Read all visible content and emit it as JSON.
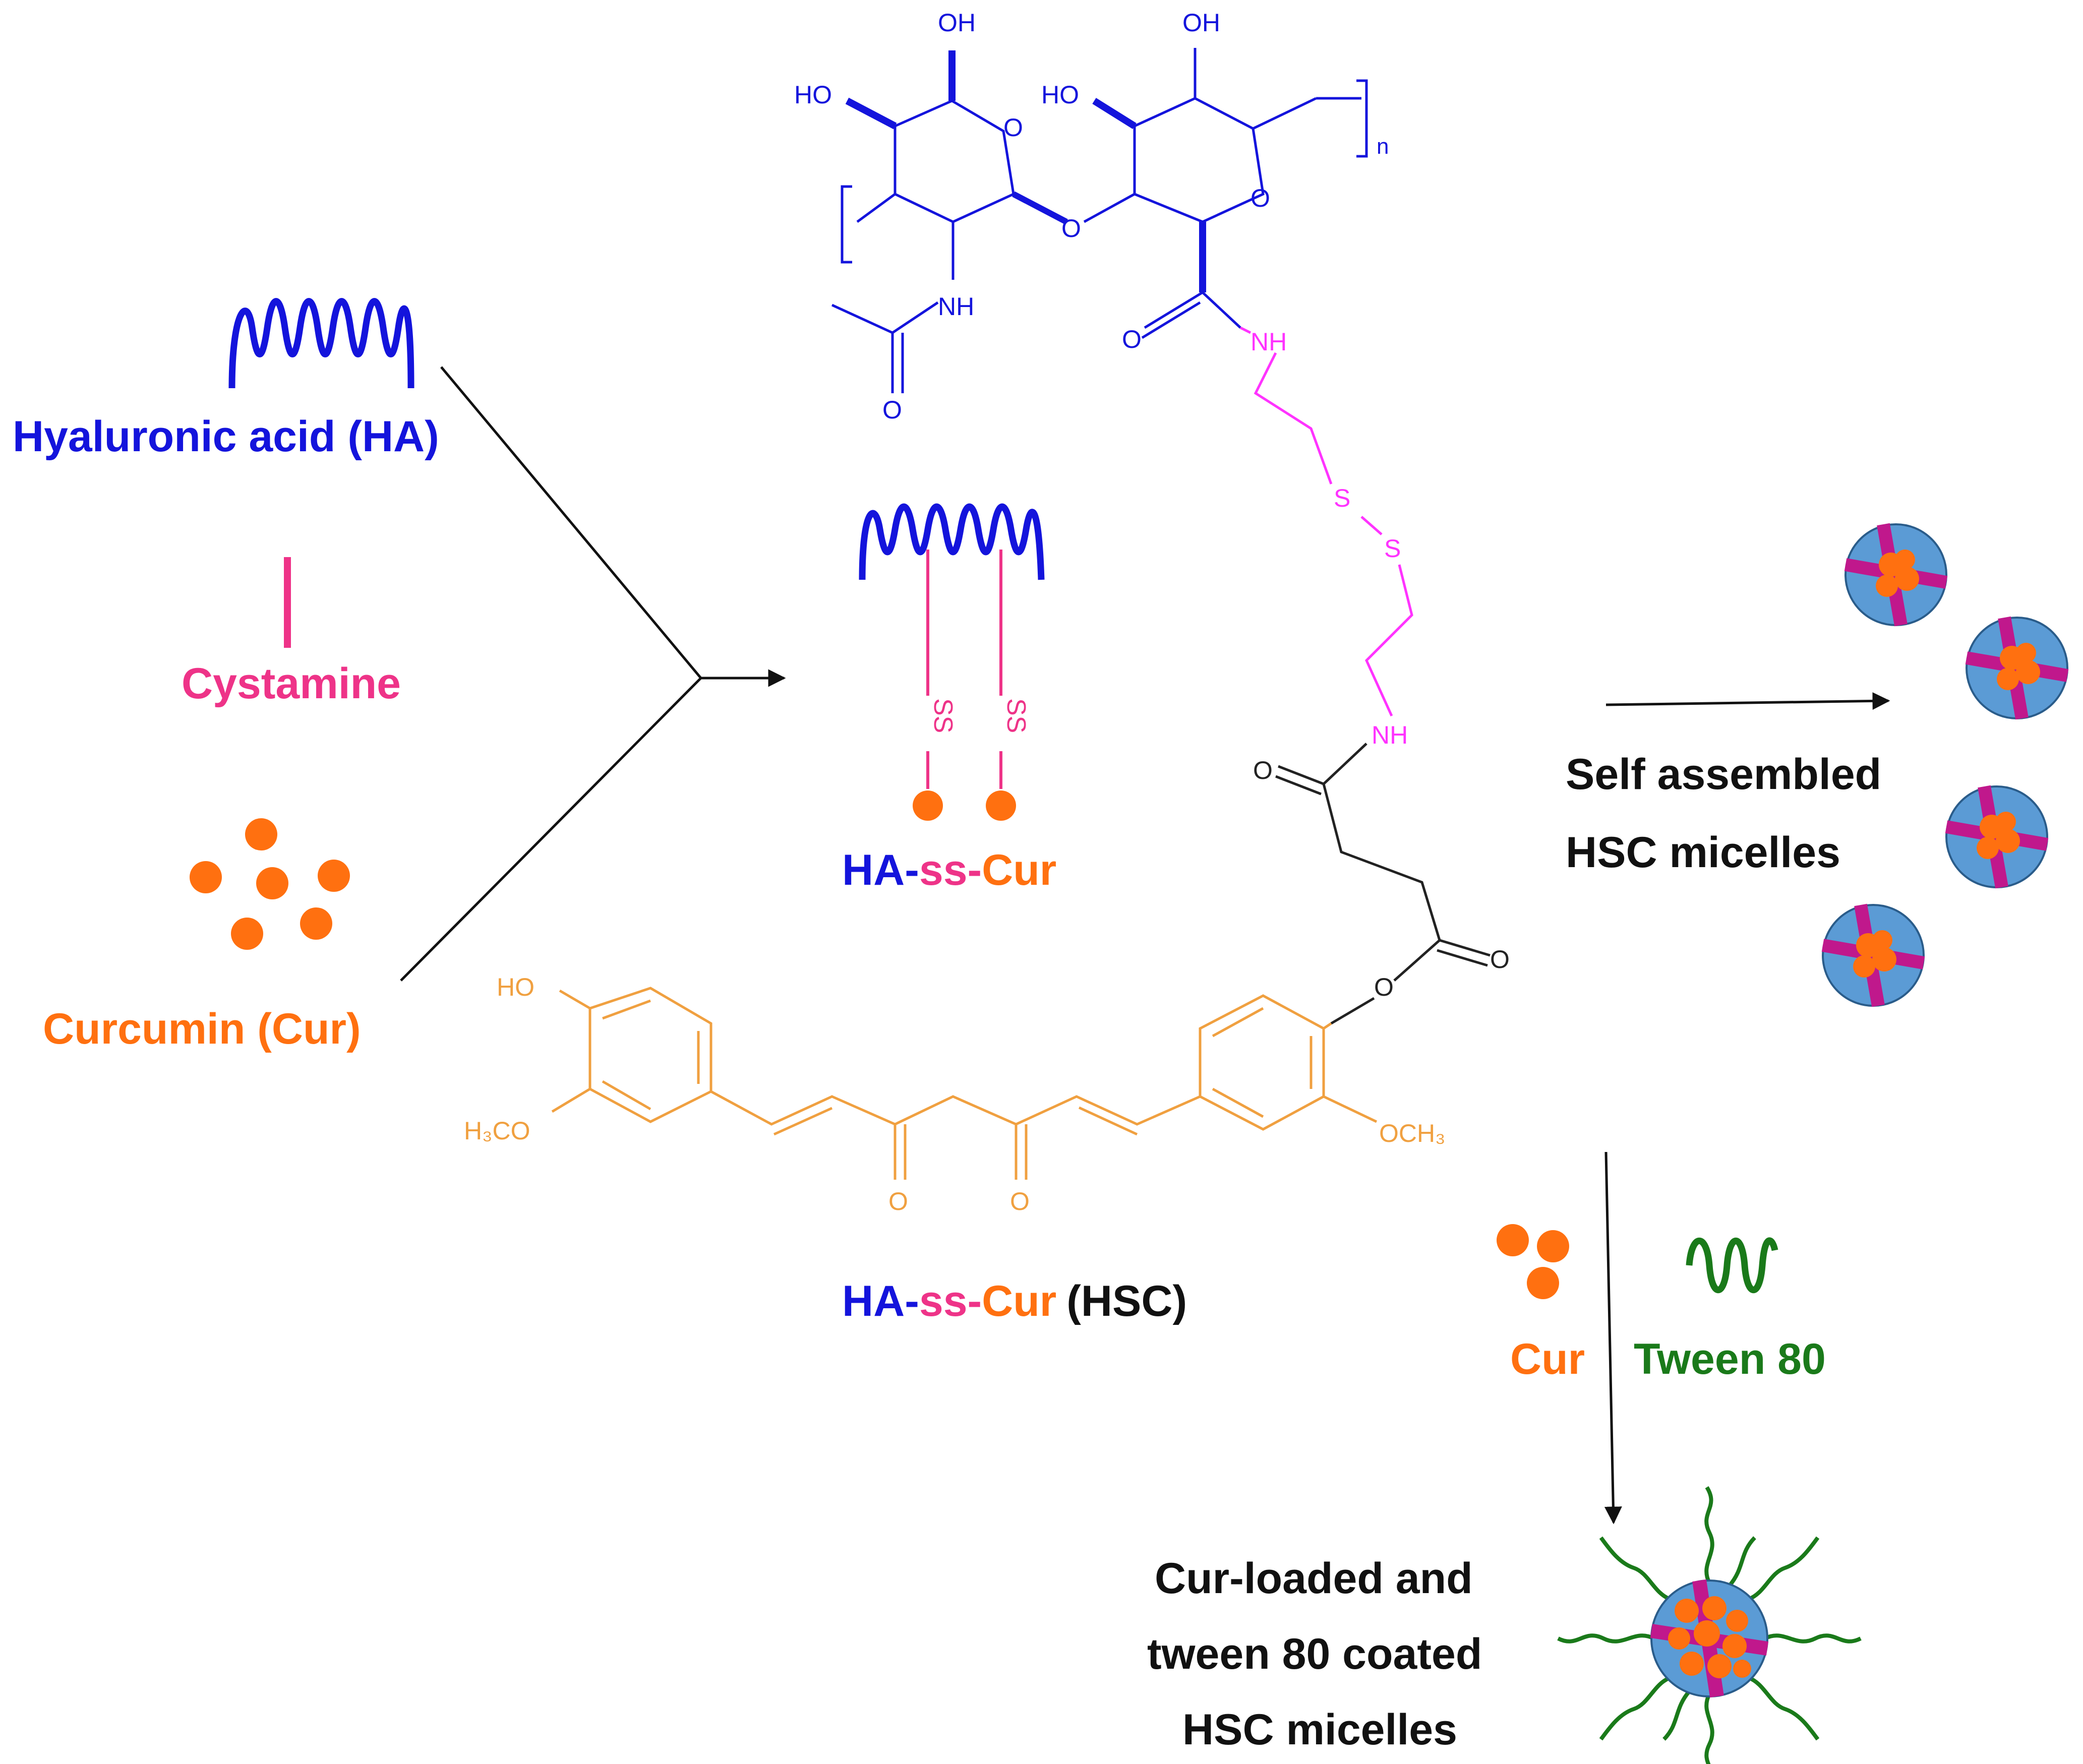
{
  "colors": {
    "ha": "#1414dc",
    "cystamine": "#ee3388",
    "linker": "#ff33ff",
    "curcumin": "#ff7010",
    "curcumin_structure": "#f0a040",
    "succinyl": "#222222",
    "tween": "#1a7a1a",
    "micelle_core": "#5b9bd5",
    "micelle_band": "#c0188c",
    "text": "#111111"
  },
  "labels": {
    "ha": "Hyaluronic acid (HA)",
    "cystamine": "Cystamine",
    "curcumin": "Curcumin (Cur)",
    "conj_ha": "HA-",
    "conj_ss": "ss-",
    "conj_cur": "Cur",
    "hsc_suffix": "(HSC)",
    "self_assembled_1": "Self  assembled",
    "self_assembled_2": "HSC micelles",
    "cur_small": "Cur",
    "tween": "Tween 80",
    "final_1": "Cur-loaded and",
    "final_2": "tween 80 coated",
    "final_3": "HSC micelles"
  },
  "atoms": {
    "oh": "OH",
    "ho": "HO",
    "o": "O",
    "nh": "NH",
    "n": "n",
    "s": "S",
    "ss": "SS",
    "h3co": "H₃CO",
    "och3": "OCH₃"
  }
}
